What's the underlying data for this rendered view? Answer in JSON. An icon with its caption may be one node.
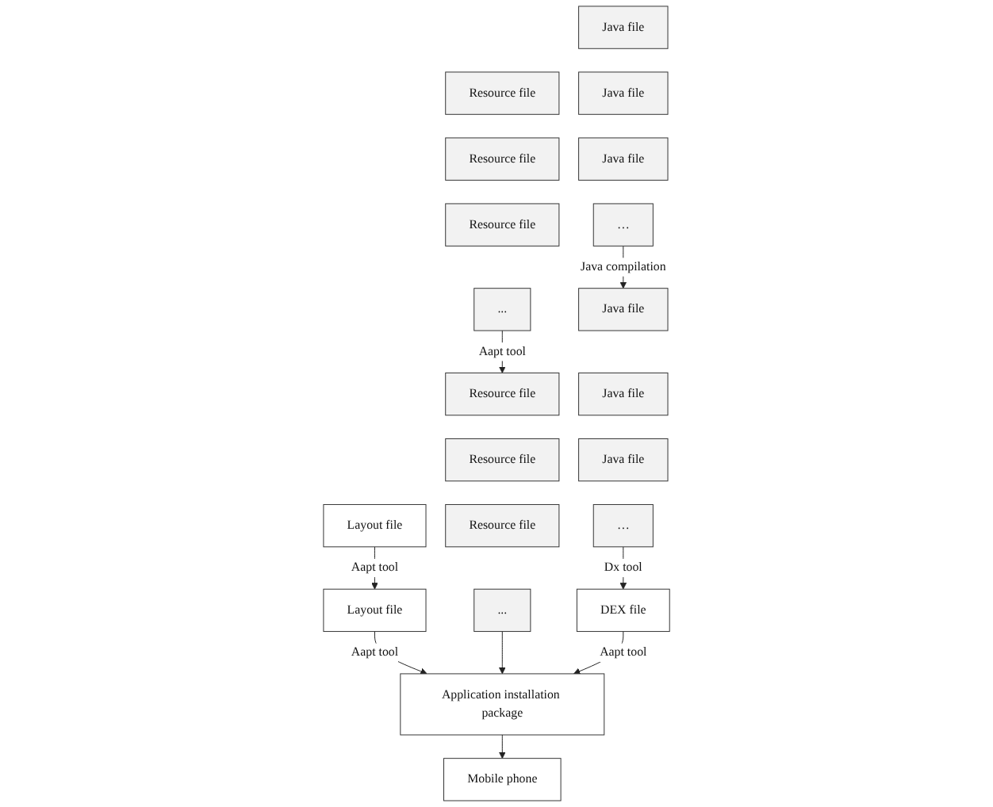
{
  "diagram": {
    "nodes": [
      {
        "text": [
          "Java file"
        ]
      },
      {
        "text": [
          "Java file"
        ]
      },
      {
        "text": [
          "Java file"
        ]
      },
      {
        "text": [
          "…"
        ]
      },
      {
        "text": [
          "Java file"
        ]
      },
      {
        "text": [
          "Java file"
        ]
      },
      {
        "text": [
          "Java file"
        ]
      },
      {
        "text": [
          "…"
        ]
      },
      {
        "text": [
          "Layout file"
        ]
      },
      {
        "text": [
          "Layout file"
        ]
      },
      {
        "text": [
          "Resource file"
        ]
      },
      {
        "text": [
          "Resource file"
        ]
      },
      {
        "text": [
          "Resource file"
        ]
      },
      {
        "text": [
          "..."
        ]
      },
      {
        "text": [
          "Resource file"
        ]
      },
      {
        "text": [
          "Resource file"
        ]
      },
      {
        "text": [
          "Resource file"
        ]
      },
      {
        "text": [
          "..."
        ]
      },
      {
        "text": [
          "DEX file"
        ]
      },
      {
        "text": [
          "Application installation package"
        ]
      },
      {
        "text": [
          "Mobile phone"
        ]
      }
    ],
    "edges": [
      {
        "from": 3,
        "to": 4,
        "arrow": "to",
        "label": "Java compilation"
      },
      {
        "from": 8,
        "to": 9,
        "arrow": "to",
        "label": "Aapt tool"
      },
      {
        "from": 13,
        "to": 14,
        "arrow": "to",
        "label": "Aapt tool"
      },
      {
        "from": 7,
        "to": 18,
        "arrow": "to",
        "label": "Dx tool"
      },
      {
        "from": 9,
        "to": 19,
        "arrow": "to",
        "label": "Aapt tool"
      },
      {
        "from": 17,
        "to": 19,
        "arrow": "to"
      },
      {
        "from": 18,
        "to": 19,
        "arrow": "to",
        "label": "Aapt tool"
      },
      {
        "from": 19,
        "to": 20,
        "arrow": "to"
      }
    ]
  }
}
